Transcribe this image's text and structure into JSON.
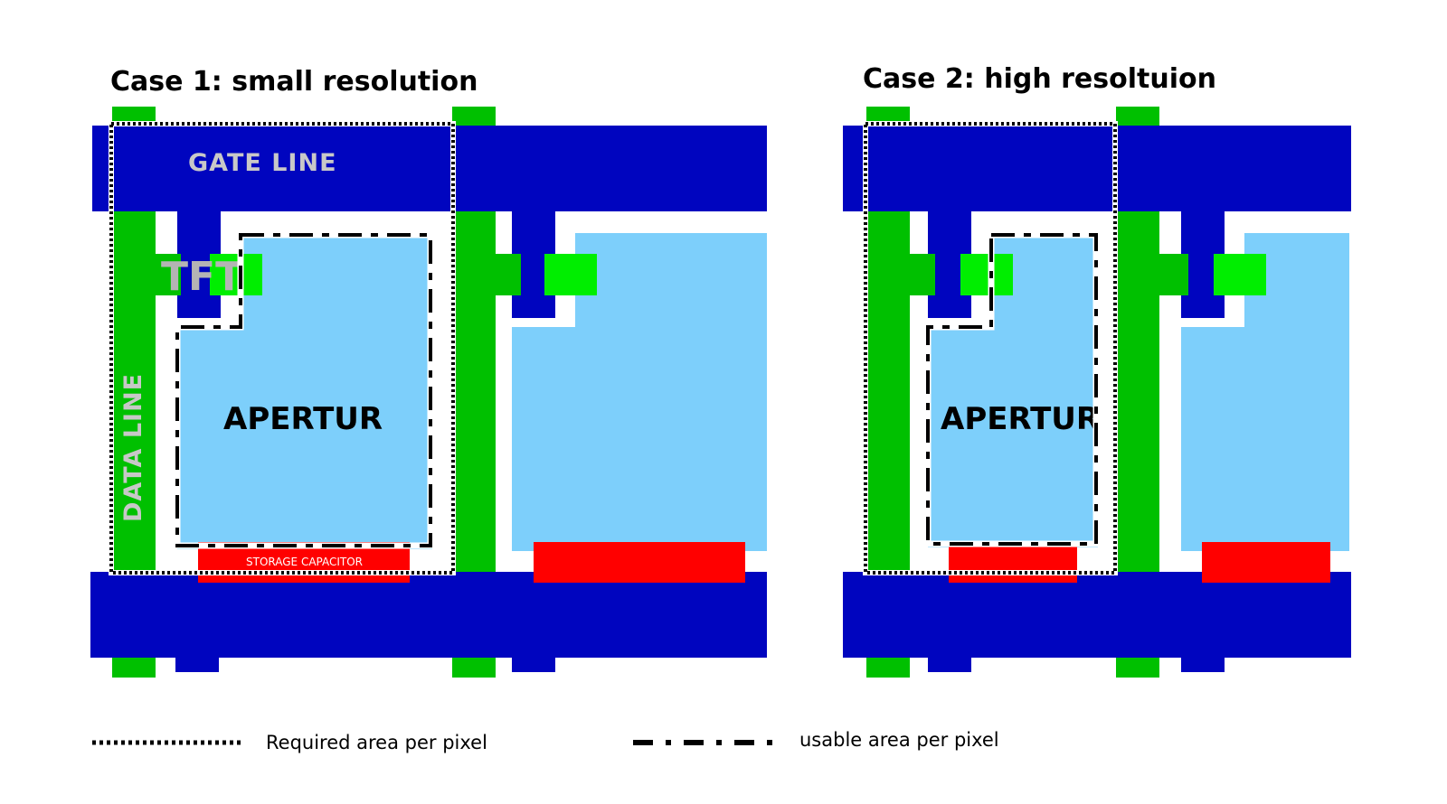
{
  "case1": {
    "title": "Case 1: small resolution",
    "gate_line": "GATE LINE",
    "data_line": "DATA LINE",
    "tft": "TFT",
    "aperture": "APERTUR",
    "storage_capacitor": "STORAGE CAPACITOR"
  },
  "case2": {
    "title": "Case 2: high resoltuion",
    "aperture": "APERTUR"
  },
  "legend": {
    "required": "Required area per pixel",
    "usable": "usable area per pixel"
  },
  "colors": {
    "gate": "#0005bf",
    "data": "#00c000",
    "tft": "#00ee00",
    "aperture": "#7dcffb",
    "capacitor": "#ff0000"
  }
}
